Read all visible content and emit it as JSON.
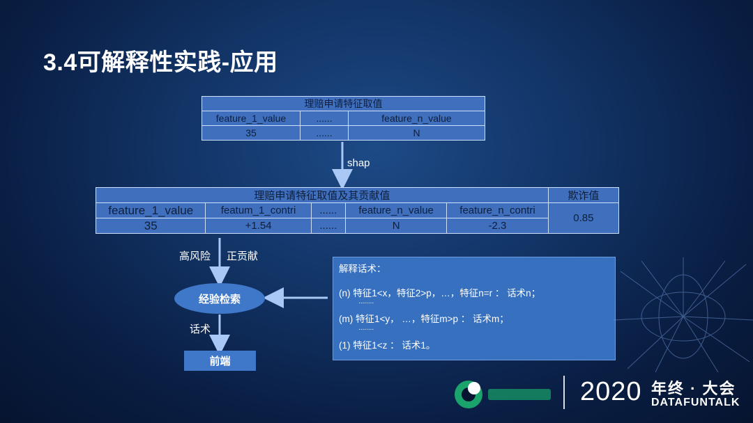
{
  "slide": {
    "title": "3.4可解释性实践-应用"
  },
  "table1": {
    "header": "理赔申请特征取值",
    "cols": [
      "feature_1_value",
      "......",
      "feature_n_value"
    ],
    "vals": [
      "35",
      "......",
      "N"
    ]
  },
  "arrow1_label": "shap",
  "table2": {
    "header": "理赔申请特征取值及其贡献值",
    "fraud_header": "欺诈值",
    "cols": [
      "feature_1_value",
      "featum_1_contri",
      "......",
      "feature_n_value",
      "feature_n_contri"
    ],
    "vals": [
      "35",
      "+1.54",
      "......",
      "N",
      "-2.3"
    ],
    "fraud_value": "0.85"
  },
  "flow": {
    "high_risk": "高风险",
    "positive": "正贡献",
    "search": "经验检索",
    "script_label": "话术",
    "frontend": "前端"
  },
  "script_box": {
    "title": "解释话术：",
    "lines": [
      "(n)  特征1<x，特征2>p，…，特征n=r ： 话术n；",
      "........",
      "(m) 特征1<y， …，特征m>p ： 话术m；",
      "........",
      "(1)  特征1<z ： 话术1。"
    ]
  },
  "footer": {
    "year": "2020",
    "cn": "年终 · 大会",
    "en": "DATAFUNTALK"
  },
  "colors": {
    "box": "#3f78c8",
    "table": "#3f6fbd",
    "brand_green": "#1aa36a"
  }
}
